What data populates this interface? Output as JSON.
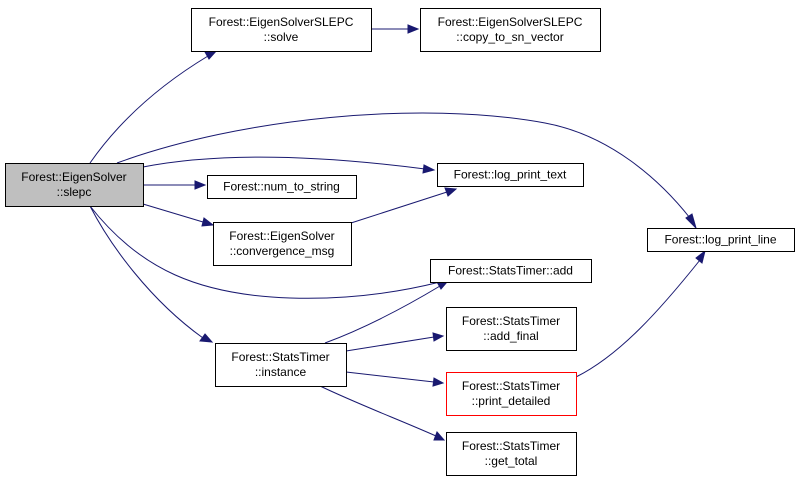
{
  "diagram": {
    "nodes": [
      {
        "id": "slepc",
        "lines": [
          "Forest::EigenSolver",
          "::slepc"
        ],
        "style": "root"
      },
      {
        "id": "solve",
        "lines": [
          "Forest::EigenSolverSLEPC",
          "::solve"
        ],
        "style": "normal"
      },
      {
        "id": "copy",
        "lines": [
          "Forest::EigenSolverSLEPC",
          "::copy_to_sn_vector"
        ],
        "style": "normal"
      },
      {
        "id": "num",
        "lines": [
          "Forest::num_to_string"
        ],
        "style": "normal"
      },
      {
        "id": "logtext",
        "lines": [
          "Forest::log_print_text"
        ],
        "style": "normal"
      },
      {
        "id": "conv",
        "lines": [
          "Forest::EigenSolver",
          "::convergence_msg"
        ],
        "style": "normal"
      },
      {
        "id": "logline",
        "lines": [
          "Forest::log_print_line"
        ],
        "style": "normal"
      },
      {
        "id": "add",
        "lines": [
          "Forest::StatsTimer::add"
        ],
        "style": "normal"
      },
      {
        "id": "addfinal",
        "lines": [
          "Forest::StatsTimer",
          "::add_final"
        ],
        "style": "normal"
      },
      {
        "id": "instance",
        "lines": [
          "Forest::StatsTimer",
          "::instance"
        ],
        "style": "normal"
      },
      {
        "id": "printdet",
        "lines": [
          "Forest::StatsTimer",
          "::print_detailed"
        ],
        "style": "truncated"
      },
      {
        "id": "gettotal",
        "lines": [
          "Forest::StatsTimer",
          "::get_total"
        ],
        "style": "normal"
      }
    ],
    "edges": [
      {
        "from": "slepc",
        "to": "solve"
      },
      {
        "from": "solve",
        "to": "copy"
      },
      {
        "from": "slepc",
        "to": "logline"
      },
      {
        "from": "slepc",
        "to": "logtext"
      },
      {
        "from": "slepc",
        "to": "num"
      },
      {
        "from": "slepc",
        "to": "conv"
      },
      {
        "from": "conv",
        "to": "logtext"
      },
      {
        "from": "slepc",
        "to": "add"
      },
      {
        "from": "slepc",
        "to": "instance"
      },
      {
        "from": "instance",
        "to": "add"
      },
      {
        "from": "instance",
        "to": "addfinal"
      },
      {
        "from": "instance",
        "to": "printdet"
      },
      {
        "from": "instance",
        "to": "gettotal"
      },
      {
        "from": "printdet",
        "to": "logline"
      }
    ],
    "colors": {
      "edge": "#191970",
      "root_fill": "#bfbfbf",
      "node_border": "#000000",
      "truncated_border": "#ff0000"
    }
  }
}
